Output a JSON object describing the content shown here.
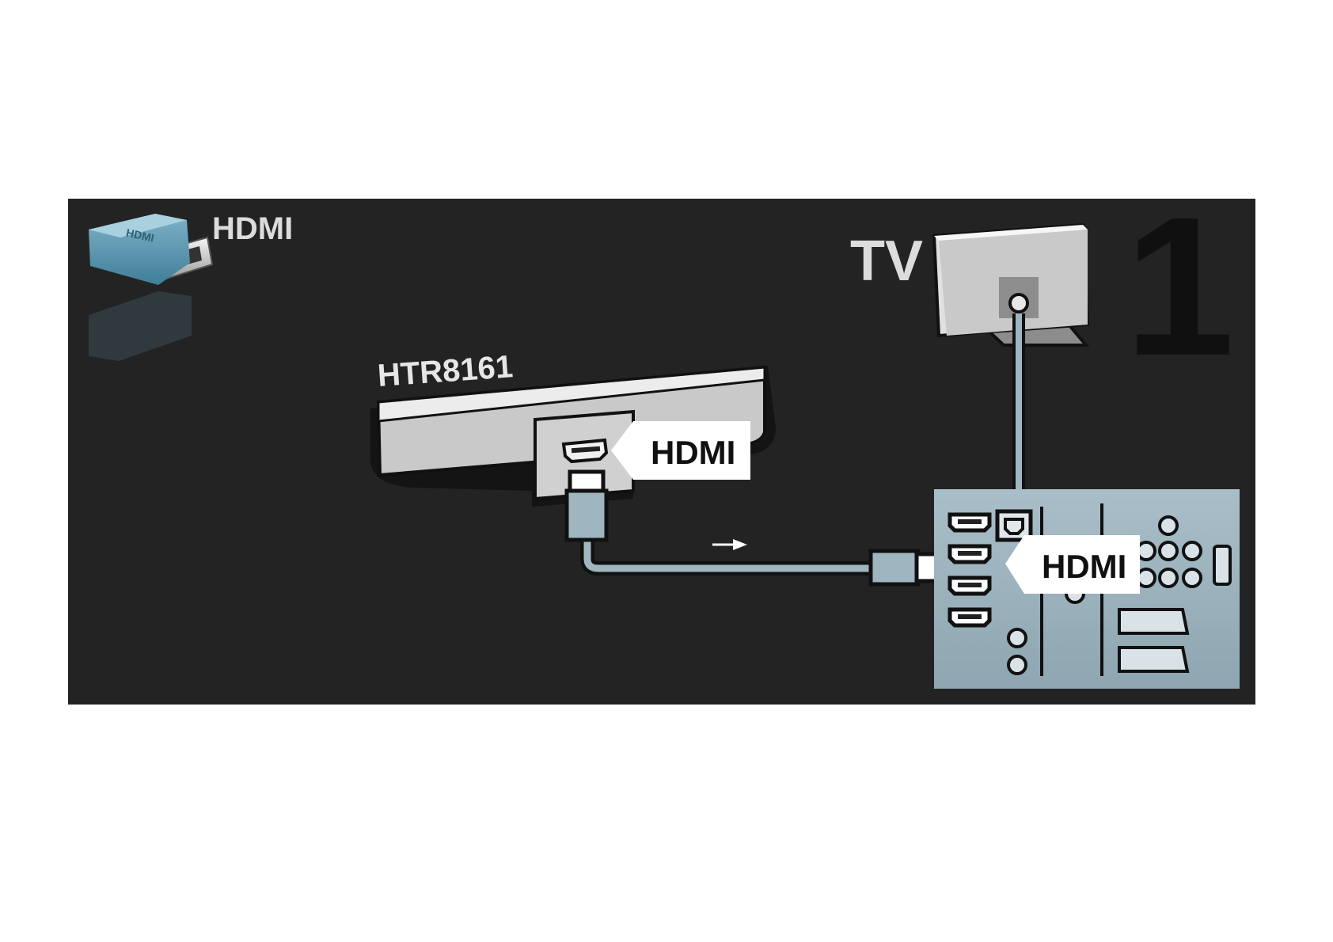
{
  "connector_caption": "HDMI",
  "step_number": "1",
  "tv_label": "TV",
  "device_model": "HTR8161",
  "device_port_label": "HDMI",
  "tv_port_label": "HDMI",
  "plug_icon_text": "HDMI",
  "icons": [
    "hdmi-plug-icon",
    "arrow-right-icon"
  ],
  "colors": {
    "panel": "#232323",
    "device_body": "#c8c8c8",
    "tv_panel": "#a7bcc6",
    "cable": "#9fb6c0",
    "callout": "#ffffff",
    "step_number": "#101010"
  }
}
